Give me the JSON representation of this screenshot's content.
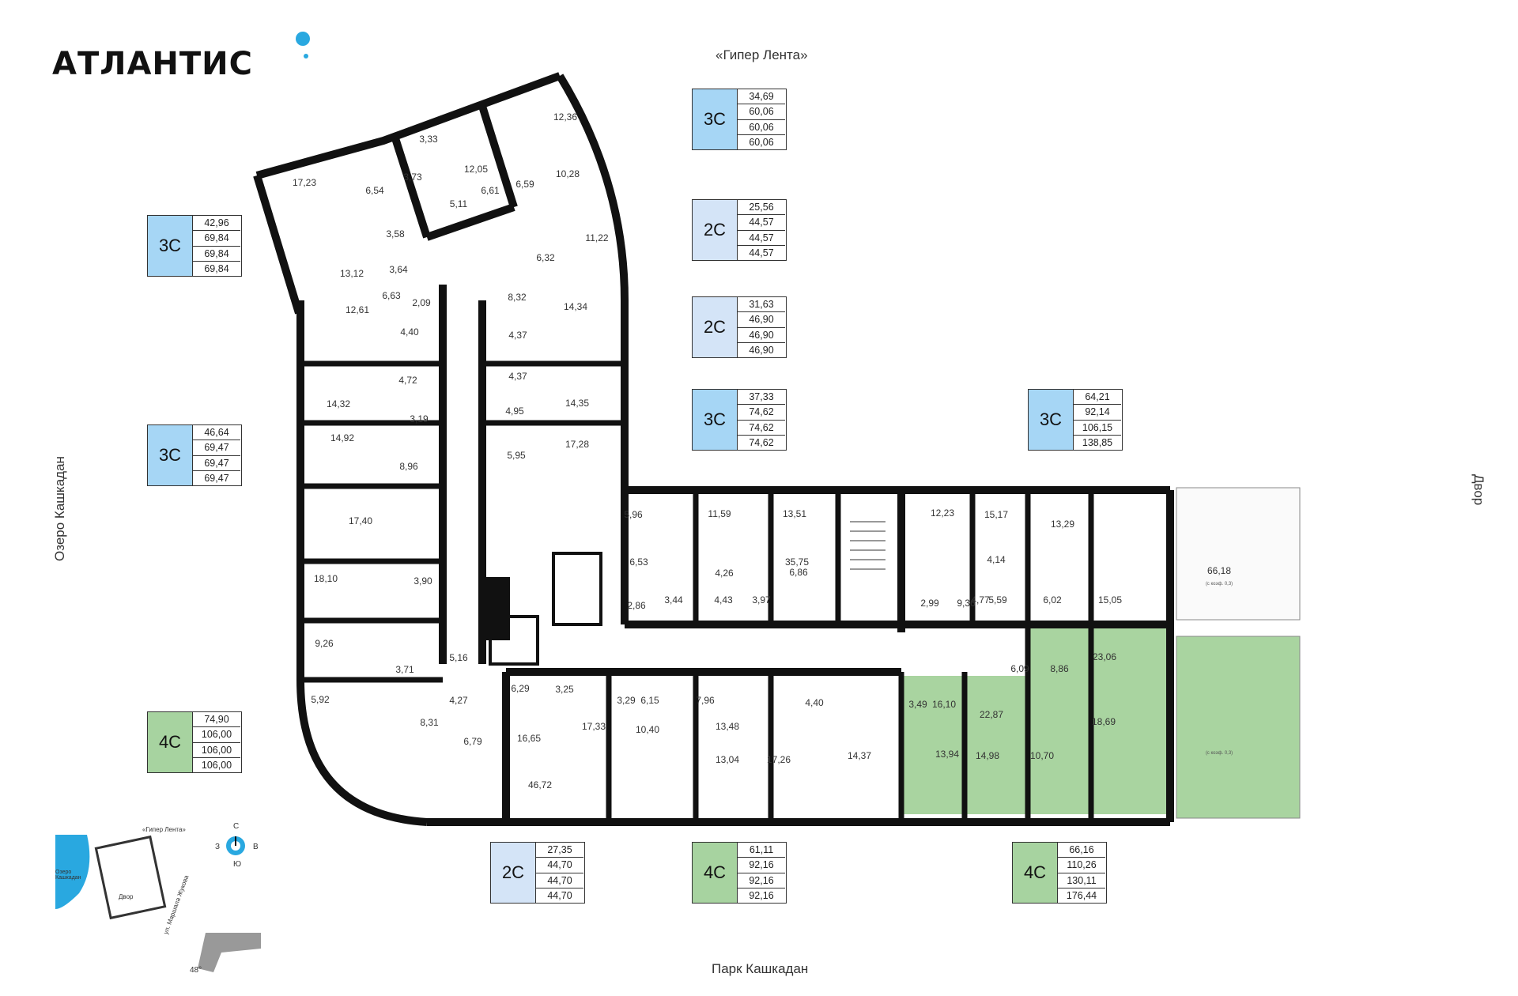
{
  "brand": {
    "name": "АТЛАНТИС"
  },
  "context": {
    "north": "«Гипер Лента»",
    "south": "Парк Кашкадан",
    "west": "Озеро Кашкадан",
    "east": "Двор"
  },
  "cards": [
    {
      "type": "3С",
      "areas": [
        "34,69",
        "60,06",
        "60,06",
        "60,06"
      ],
      "color": "#a6d6f5"
    },
    {
      "type": "3С",
      "areas": [
        "42,96",
        "69,84",
        "69,84",
        "69,84"
      ],
      "color": "#a6d6f5"
    },
    {
      "type": "2С",
      "areas": [
        "25,56",
        "44,57",
        "44,57",
        "44,57"
      ],
      "color": "#d4e4f7"
    },
    {
      "type": "2С",
      "areas": [
        "31,63",
        "46,90",
        "46,90",
        "46,90"
      ],
      "color": "#d4e4f7"
    },
    {
      "type": "3С",
      "areas": [
        "37,33",
        "74,62",
        "74,62",
        "74,62"
      ],
      "color": "#a6d6f5"
    },
    {
      "type": "3С",
      "areas": [
        "64,21",
        "92,14",
        "106,15",
        "138,85"
      ],
      "color": "#a6d6f5"
    },
    {
      "type": "3С",
      "areas": [
        "46,64",
        "69,47",
        "69,47",
        "69,47"
      ],
      "color": "#a6d6f5"
    },
    {
      "type": "4С",
      "areas": [
        "74,90",
        "106,00",
        "106,00",
        "106,00"
      ],
      "color": "#a7d3a0"
    },
    {
      "type": "2С",
      "areas": [
        "27,35",
        "44,70",
        "44,70",
        "44,70"
      ],
      "color": "#d4e4f7"
    },
    {
      "type": "4С",
      "areas": [
        "61,11",
        "92,16",
        "92,16",
        "92,16"
      ],
      "color": "#a7d3a0"
    },
    {
      "type": "4С",
      "areas": [
        "66,16",
        "110,26",
        "130,11",
        "176,44"
      ],
      "color": "#a7d3a0"
    }
  ],
  "room_labels": [
    "12,36",
    "3,33",
    "12,05",
    "17,23",
    "6,54",
    "3,73",
    "6,61",
    "6,59",
    "10,28",
    "5,11",
    "11,22",
    "3,58",
    "6,32",
    "13,12",
    "3,64",
    "6,63",
    "2,09",
    "8,32",
    "12,61",
    "14,34",
    "4,40",
    "4,37",
    "4,37",
    "4,72",
    "14,32",
    "14,35",
    "4,95",
    "3,19",
    "14,92",
    "17,28",
    "5,95",
    "8,96",
    "17,40",
    "5,96",
    "11,59",
    "13,51",
    "12,23",
    "15,17",
    "13,29",
    "35,75",
    "18,10",
    "3,90",
    "6,53",
    "4,26",
    "6,86",
    "4,14",
    "4,77",
    "2,86",
    "3,44",
    "4,43",
    "3,97",
    "2,99",
    "9,36",
    "5,59",
    "6,02",
    "15,05",
    "9,26",
    "3,71",
    "5,16",
    "6,09",
    "8,86",
    "23,06",
    "5,92",
    "4,27",
    "6,29",
    "3,25",
    "3,29",
    "6,15",
    "7,96",
    "4,40",
    "3,49",
    "16,10",
    "22,87",
    "18,69",
    "8,31",
    "6,79",
    "16,65",
    "17,33",
    "10,40",
    "13,48",
    "13,04",
    "17,26",
    "14,37",
    "13,94",
    "14,98",
    "10,70",
    "46,72",
    "66,18"
  ],
  "terrace_note": "(с коэф. 0,3)",
  "compass": {
    "north": "С",
    "west": "З",
    "east": "В",
    "south": "Ю",
    "angle": "48°"
  },
  "minimap": {
    "lake": "Озеро Кашкадан",
    "top": "«Гипер Лента»",
    "yard": "Двор",
    "street": "ул. Маршала Жукова"
  },
  "colors": {
    "wall": "#111111",
    "green": "#a9d4a0",
    "blue3": "#a6d6f5",
    "blue2": "#d4e4f7",
    "accent": "#29a8e0"
  }
}
